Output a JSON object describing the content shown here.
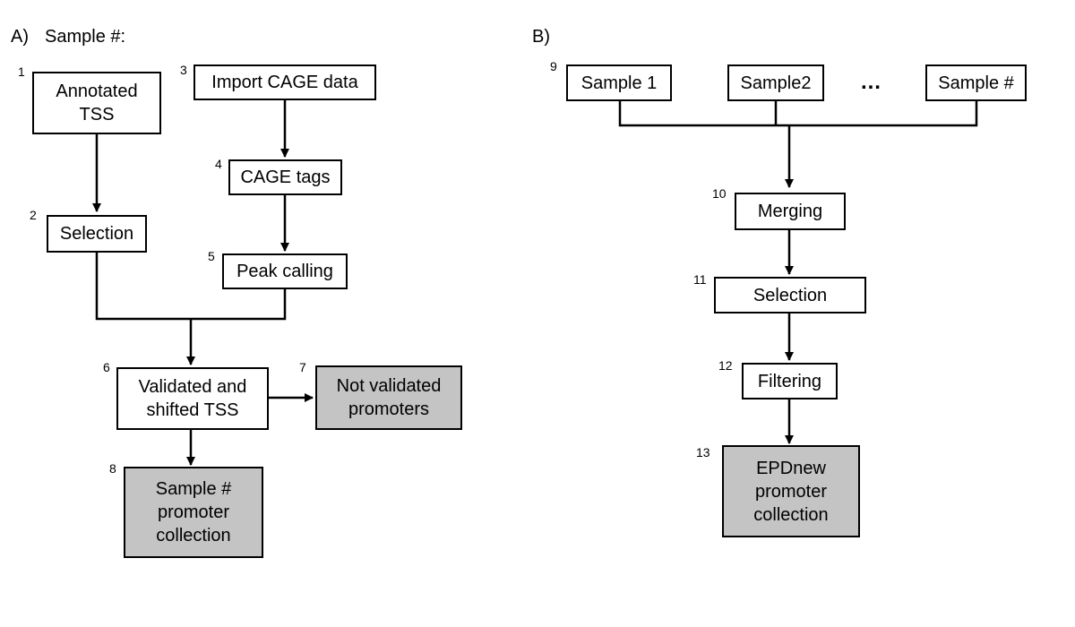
{
  "panel_a": {
    "label": "A)",
    "subtitle": "Sample #:",
    "nodes": [
      {
        "number": "1",
        "text": "Annotated\nTSS"
      },
      {
        "number": "2",
        "text": "Selection"
      },
      {
        "number": "3",
        "text": "Import CAGE data"
      },
      {
        "number": "4",
        "text": "CAGE tags"
      },
      {
        "number": "5",
        "text": "Peak calling"
      },
      {
        "number": "6",
        "text": "Validated and\nshifted TSS"
      },
      {
        "number": "7",
        "text": "Not validated\npromoters"
      },
      {
        "number": "8",
        "text": "Sample #\npromoter\ncollection"
      }
    ]
  },
  "panel_b": {
    "label": "B)",
    "ellipsis": "…",
    "nodes": [
      {
        "number": "9",
        "text": "Sample 1"
      },
      {
        "number": "",
        "text": "Sample2"
      },
      {
        "number": "",
        "text": "Sample #"
      },
      {
        "number": "10",
        "text": "Merging"
      },
      {
        "number": "11",
        "text": "Selection"
      },
      {
        "number": "12",
        "text": "Filtering"
      },
      {
        "number": "13",
        "text": "EPDnew\npromoter\ncollection"
      }
    ]
  },
  "colors": {
    "terminal_fill": "#c4c4c4",
    "box_fill": "#ffffff",
    "stroke": "#000000"
  }
}
